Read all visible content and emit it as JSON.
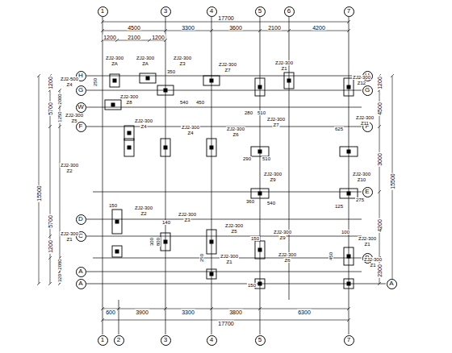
{
  "diagram": {
    "nodes": [
      {
        "text": [
          "1"
        ]
      },
      {
        "text": [
          "3"
        ]
      },
      {
        "text": [
          "4"
        ]
      },
      {
        "text": [
          "5"
        ]
      },
      {
        "text": [
          "6"
        ]
      },
      {
        "text": [
          "7"
        ]
      },
      {
        "text": [
          "H"
        ]
      },
      {
        "text": [
          "G"
        ]
      },
      {
        "text": [
          "W"
        ]
      },
      {
        "text": [
          "F"
        ]
      },
      {
        "text": [
          "D"
        ]
      },
      {
        "text": [
          "C"
        ]
      },
      {
        "text": [
          "A"
        ]
      },
      {
        "text": [
          "A"
        ]
      },
      {
        "text": [
          "H"
        ]
      },
      {
        "text": [
          "G"
        ]
      },
      {
        "text": [
          "F"
        ]
      },
      {
        "text": [
          "E"
        ]
      },
      {
        "text": [
          "B"
        ]
      },
      {
        "text": [
          "A"
        ]
      },
      {
        "text": [
          "1"
        ]
      },
      {
        "text": [
          "2"
        ]
      },
      {
        "text": [
          "3"
        ]
      },
      {
        "text": [
          "4"
        ]
      },
      {
        "text": [
          "5"
        ]
      },
      {
        "text": [
          "7"
        ]
      }
    ],
    "labels": [
      "17700",
      "4500",
      "3300",
      "3600",
      "2100",
      "4200",
      "1200",
      "2100",
      "1200",
      "600",
      "3900",
      "3300",
      "3800",
      "6300",
      "17700",
      "15500",
      "1200",
      "5700",
      "5700",
      "1200",
      "2000",
      "1250",
      "2080",
      "320",
      "1200",
      "4500",
      "3000",
      "4200",
      "2300",
      "15500",
      "ZJ2-300",
      "ZA",
      "ZJ2-300",
      "ZA",
      "ZJ2-300",
      "Z3",
      "ZJ2-300",
      "Z7",
      "ZJ2-300",
      "Z1",
      "ZJ2-300",
      "Z12",
      "ZJ2-500",
      "Z4",
      "ZJ2-300",
      "Z8",
      "ZJ2-300",
      "Z5",
      "ZJ2-300",
      "Z4",
      "ZJ2-300",
      "Z4",
      "ZJ2-300",
      "Z6",
      "ZJ2-300",
      "Z7",
      "ZJ2-300",
      "Z11",
      "ZJ2-300",
      "Z2",
      "ZJ2-300",
      "Z9",
      "ZJ2-300",
      "Z10",
      "ZJ2-300",
      "Z2",
      "ZJ2-300",
      "Z3",
      "ZJ2-300",
      "Z5",
      "ZJ2-300",
      "Z1",
      "ZJ2-300",
      "Z9",
      "ZJ2-300",
      "Z1",
      "ZJ2-300",
      "Z1",
      "ZJ2-300",
      "Z6",
      "ZJ2-300",
      "Z1",
      "250",
      "540",
      "450",
      "280",
      "510",
      "625",
      "350",
      "290",
      "510",
      "360",
      "540",
      "275",
      "125",
      "150",
      "140",
      "300",
      "800",
      "100",
      "250",
      "450",
      "150",
      "150"
    ]
  }
}
